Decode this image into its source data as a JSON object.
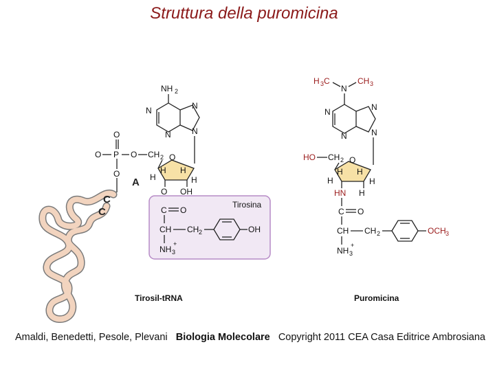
{
  "title": "Struttura della puromicina",
  "left": {
    "name": "Tirosil-tRNA",
    "box_label": "Tirosina",
    "nucleotide_label_a": "A",
    "nucleotide_label_c1": "C",
    "nucleotide_label_c2": "C",
    "nh2": "NH",
    "nh2_sub": "2",
    "ch2": "CH",
    "ch2_sub": "2",
    "ch2b": "CH",
    "ch2b_sub": "2",
    "oh_ring": "OH",
    "oh_ring2": "OH",
    "nh3": "NH",
    "nh3_sub": "3",
    "nh3_sup": "+",
    "ch": "CH",
    "c": "C",
    "o": "O",
    "p": "P",
    "h": "H",
    "n": "N"
  },
  "right": {
    "name": "Puromicina",
    "h3c": "H",
    "h3c_sub": "3",
    "h3c_c": "C",
    "ch3": "CH",
    "ch3_sub": "3",
    "ho": "HO",
    "ch2": "CH",
    "ch2_sub": "2",
    "hn": "HN",
    "ch2b": "CH",
    "ch2b_sub": "2",
    "och3": "OCH",
    "och3_sub": "3",
    "nh3": "NH",
    "nh3_sub": "3",
    "nh3_sup": "+",
    "ch": "CH",
    "c": "C",
    "o": "O",
    "h": "H",
    "n": "N"
  },
  "caption": {
    "authors": "Amaldi, Benedetti, Pesole, Plevani",
    "book": "Biologia Molecolare",
    "copyright": "Copyright 2011 CEA Casa Editrice Ambrosiana"
  },
  "colors": {
    "title": "#8B1A1A",
    "hetero_red": "#9a1b1b",
    "ribose_fill": "#f7e1a6",
    "box_fill": "#f1e8f4",
    "box_stroke": "#b68ac6",
    "trna_fill": "#f2d4bf",
    "trna_stroke": "#7a7a7a"
  }
}
